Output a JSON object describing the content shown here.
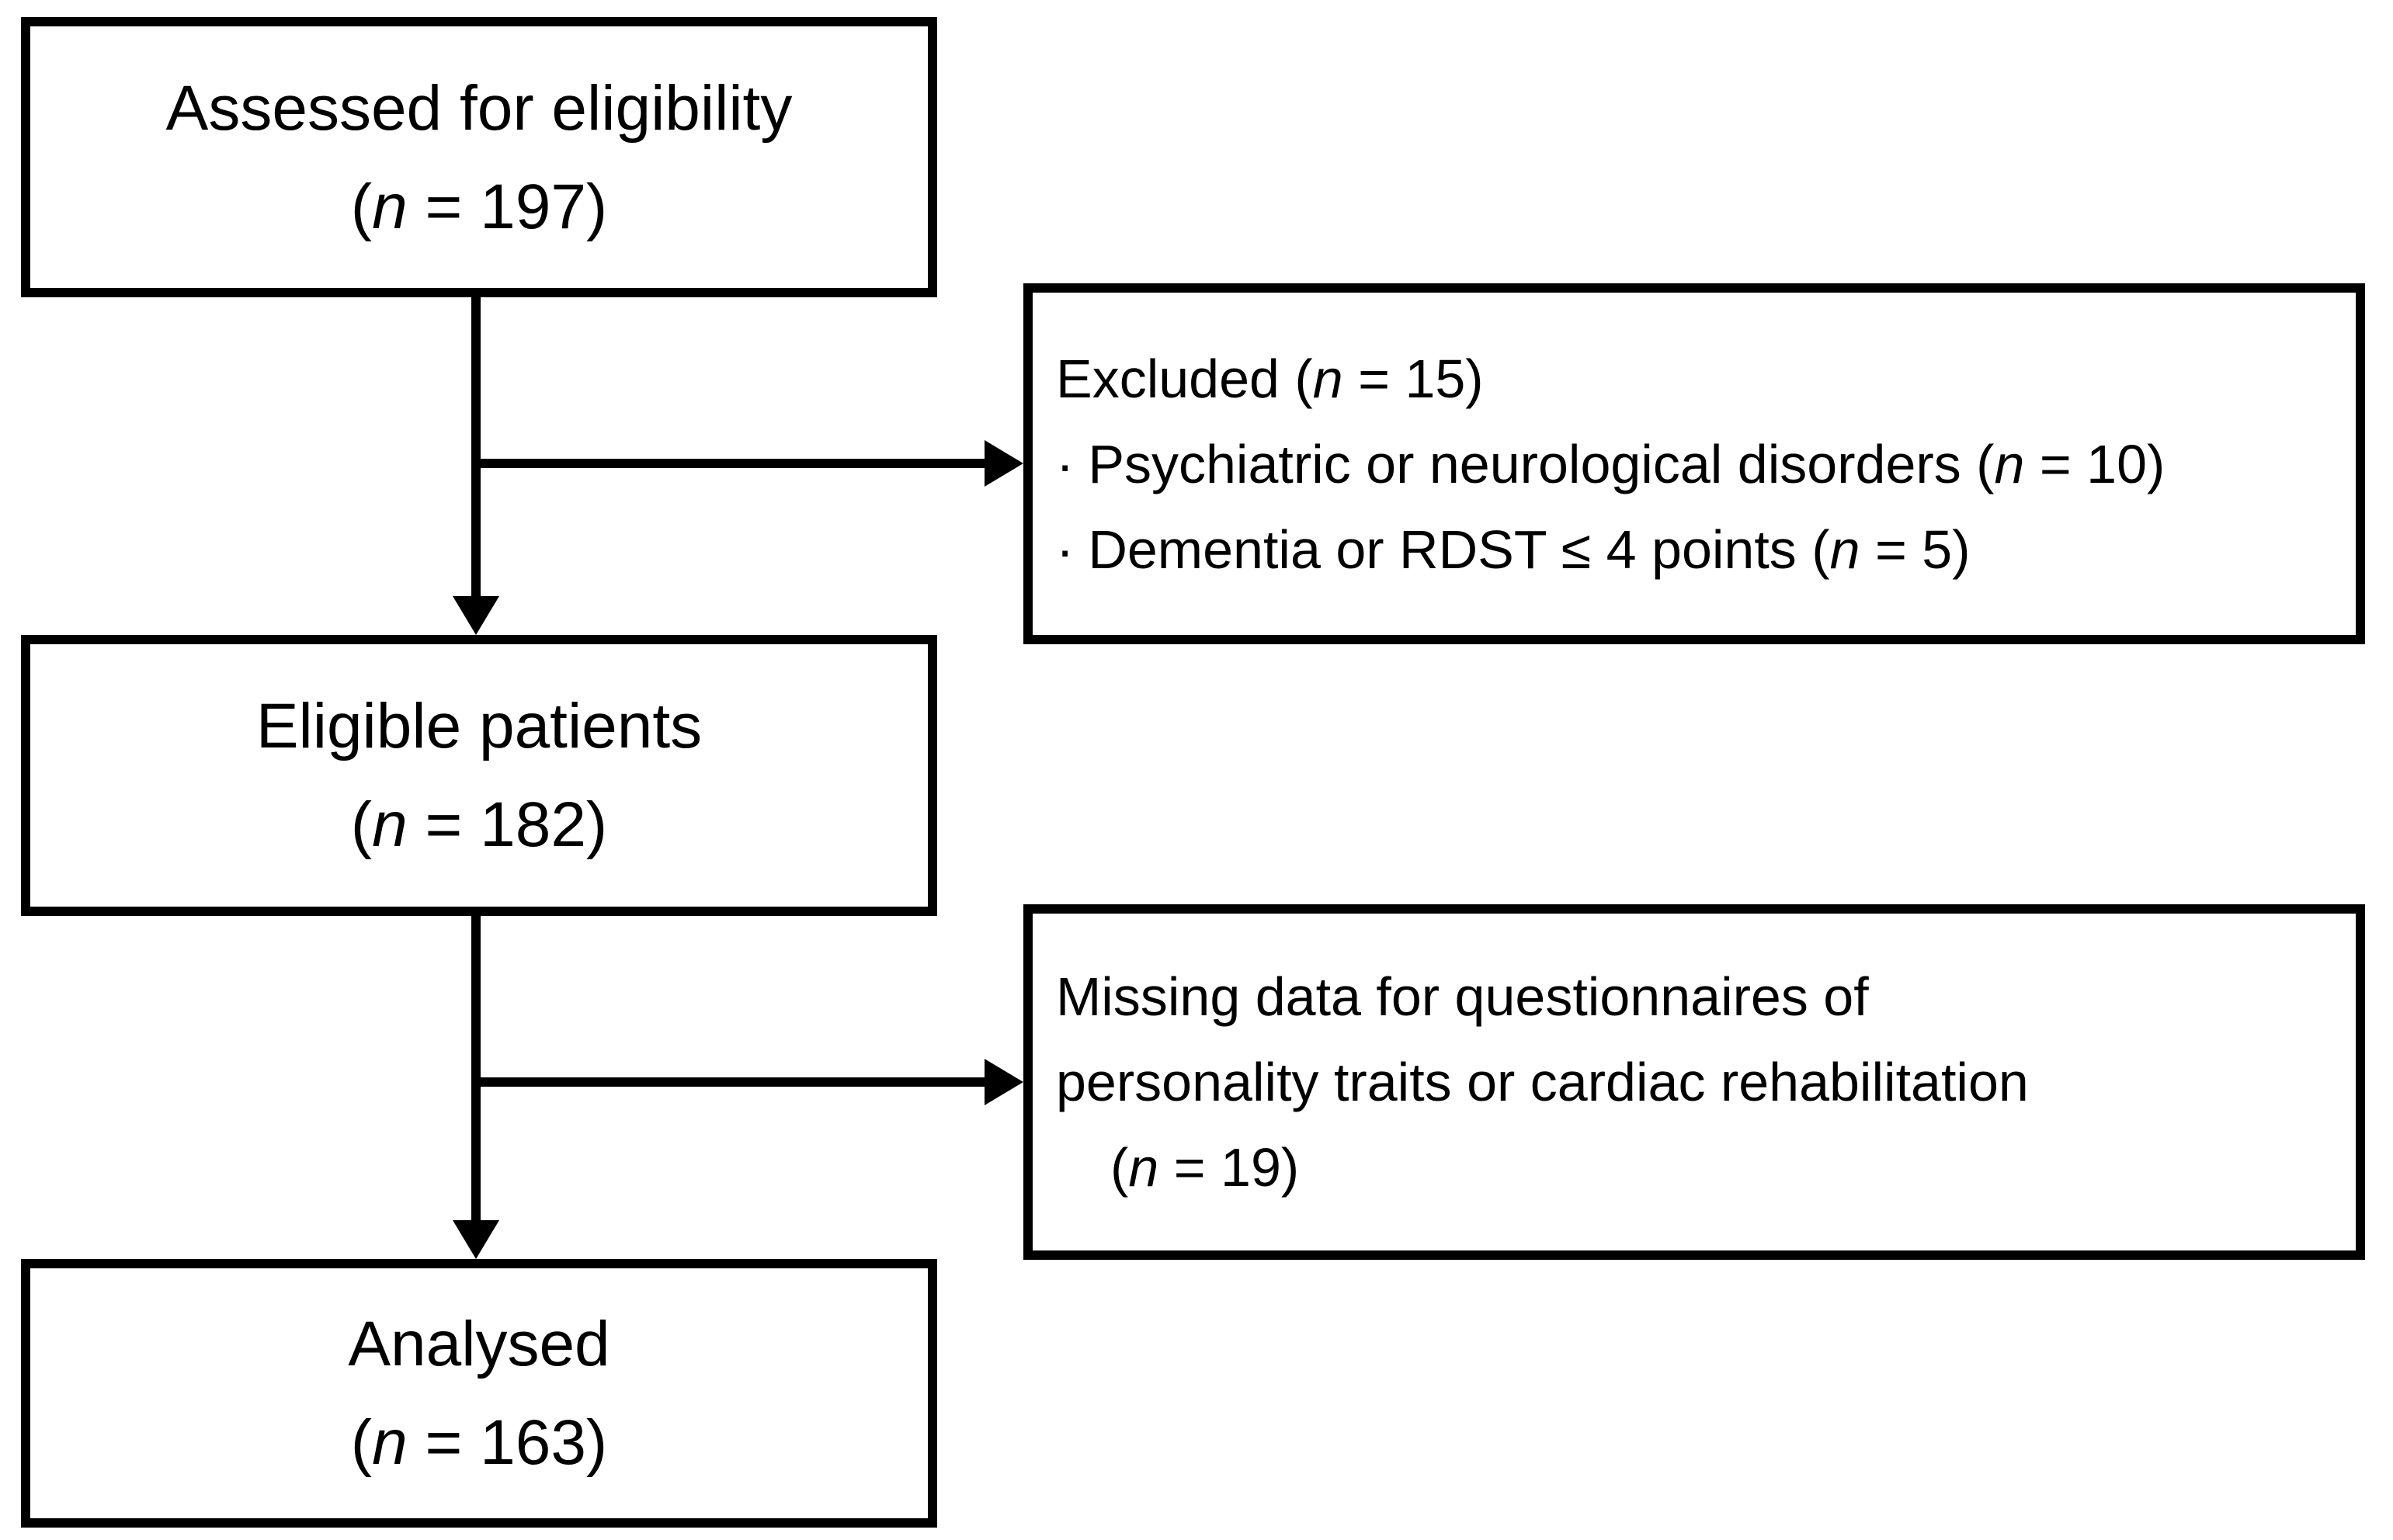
{
  "colors": {
    "ink": "#000000",
    "background": "#ffffff"
  },
  "flowchart": {
    "assessed": {
      "title": "Assessed for eligibility",
      "count": {
        "open": "(",
        "var": "n",
        "rest": " = 197)"
      }
    },
    "excluded": {
      "header": {
        "pre": "Excluded (",
        "var": "n",
        "rest": " = 15)"
      },
      "items": [
        {
          "bullet": "·",
          "text": "Psychiatric or neurological disorders (",
          "var": "n",
          "rest": " = 10)"
        },
        {
          "bullet": "·",
          "text": "Dementia or RDST ≤ 4 points (",
          "var": "n",
          "rest": " = 5)"
        }
      ]
    },
    "eligible": {
      "title": "Eligible patients",
      "count": {
        "open": "(",
        "var": "n",
        "rest": " = 182)"
      }
    },
    "missing": {
      "line1": "Missing data for questionnaires of",
      "line2": "personality traits or cardiac rehabilitation",
      "count": {
        "open": "(",
        "var": "n",
        "rest": " = 19)"
      }
    },
    "analysed": {
      "title": "Analysed",
      "count": {
        "open": "(",
        "var": "n",
        "rest": " = 163)"
      }
    }
  }
}
